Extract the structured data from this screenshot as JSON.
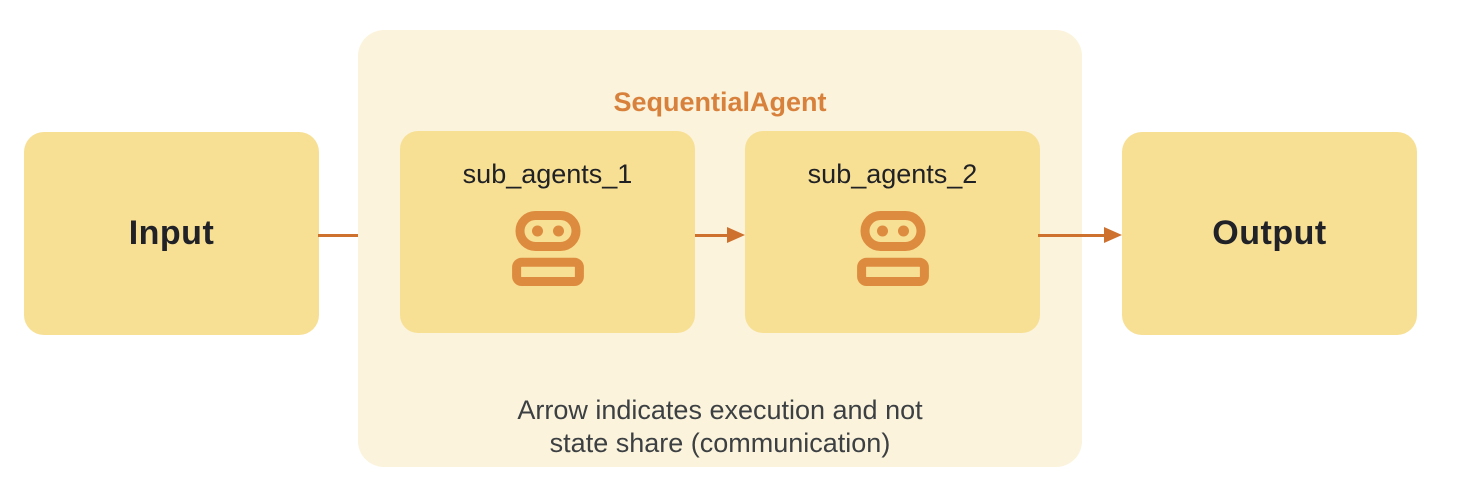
{
  "diagram": {
    "container": {
      "title": "SequentialAgent",
      "caption_line1": "Arrow indicates execution and not",
      "caption_line2": "state share (communication)"
    },
    "nodes": {
      "input": {
        "label": "Input"
      },
      "sub_agent_1": {
        "label": "sub_agents_1",
        "icon": "robot-icon"
      },
      "sub_agent_2": {
        "label": "sub_agents_2",
        "icon": "robot-icon"
      },
      "output": {
        "label": "Output"
      }
    },
    "arrows": [
      {
        "from": "Input",
        "to": "sub_agents_1"
      },
      {
        "from": "sub_agents_1",
        "to": "sub_agents_2"
      },
      {
        "from": "sub_agents_2",
        "to": "Output"
      }
    ],
    "colors": {
      "node_fill": "#F7DF94",
      "container_fill": "#FBF3DB",
      "arrow_orange": "#CE702E",
      "title_orange": "#D8813C",
      "icon_orange": "#DD8B3F",
      "node_text": "#202227",
      "label_text": "#202124",
      "caption_text": "#3C4043",
      "background": "#FFFFFF"
    }
  }
}
